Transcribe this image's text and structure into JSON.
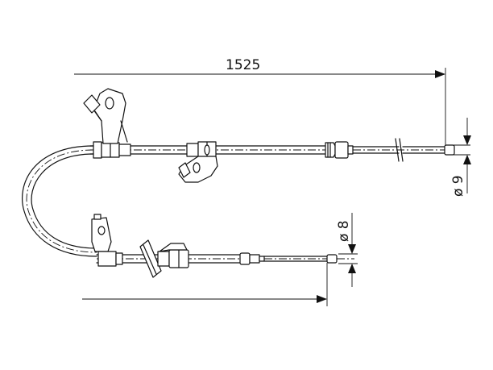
{
  "dimensions": {
    "total_length": "1525",
    "upper_diameter": "ø 9",
    "lower_diameter": "ø 8"
  }
}
